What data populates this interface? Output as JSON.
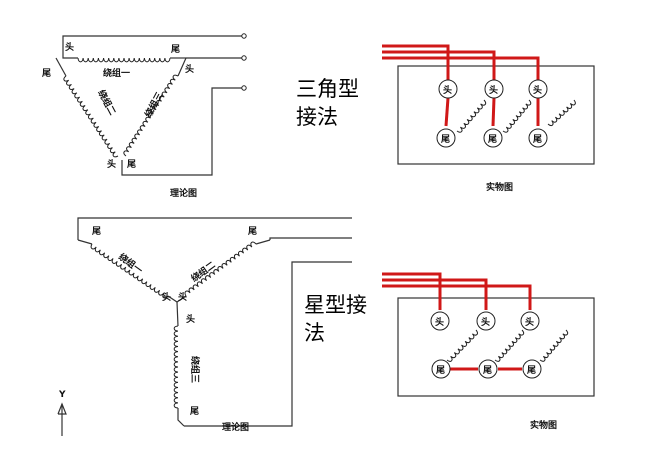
{
  "delta": {
    "title_line1": "三角型",
    "title_line2": "接法",
    "caption_theory": "理论图",
    "caption_physical": "实物图",
    "head": "头",
    "tail": "尾",
    "winding1": "绕组一",
    "winding2": "绕组二",
    "winding3": "绕组三"
  },
  "star": {
    "title_line1": "星型接",
    "title_line2": "法",
    "caption_theory": "理论图",
    "caption_physical": "实物图",
    "head": "头",
    "tail": "尾",
    "winding1": "绕组一",
    "winding2": "绕组二",
    "winding3": "绕组三"
  },
  "axis": {
    "y_label": "Y"
  },
  "colors": {
    "wire": "#333333",
    "link": "#d01818"
  }
}
